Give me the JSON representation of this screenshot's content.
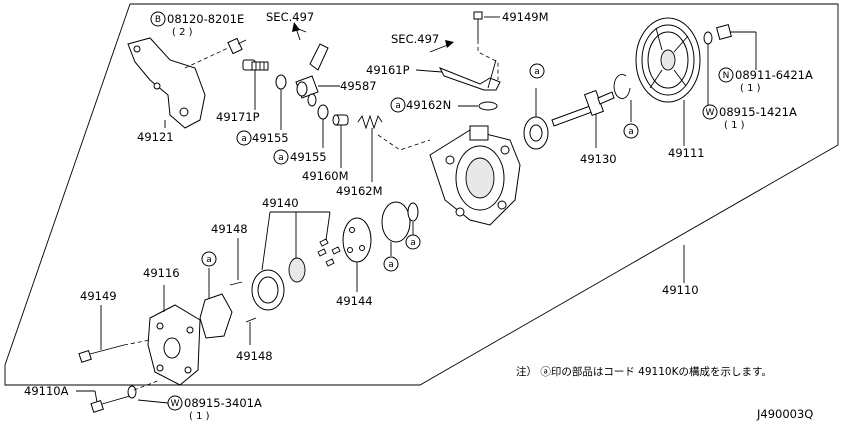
{
  "labels": {
    "p08120": "08120-8201E",
    "p08120_qty": "( 2 )",
    "sec1": "SEC.497",
    "sec2": "SEC.497",
    "p49149M": "49149M",
    "p49161P": "49161P",
    "p49587": "49587",
    "p49162N": "49162N",
    "p49121": "49121",
    "p49171P": "49171P",
    "p49155a": "49155",
    "p49155b": "49155",
    "p49160M": "49160M",
    "p49162M": "49162M",
    "p49130": "49130",
    "p49111": "49111",
    "p08911": "08911-6421A",
    "p08911_qty": "( 1 )",
    "p08915a": "08915-1421A",
    "p08915a_qty": "( 1 )",
    "p49140": "49140",
    "p49148a": "49148",
    "p49148b": "49148",
    "p49116": "49116",
    "p49149": "49149",
    "p49144": "49144",
    "p49110": "49110",
    "p49110A": "49110A",
    "p08915b": "08915-3401A",
    "p08915b_qty": "( 1 )",
    "note": "注） ⓐ印の部品はコード 49110Kの構成を示します。",
    "ref": "J490003Q"
  },
  "symbols": {
    "a": "a",
    "B": "B",
    "N": "N",
    "W": "W"
  }
}
